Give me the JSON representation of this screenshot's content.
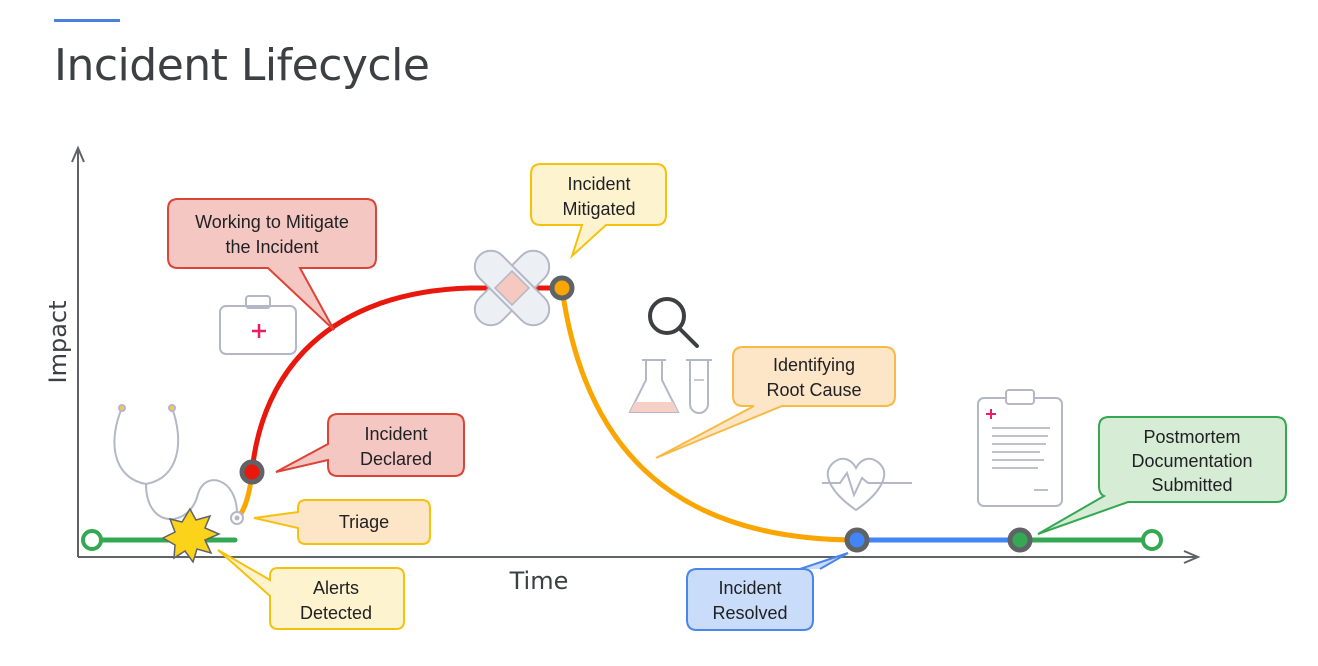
{
  "title": "Incident Lifecycle",
  "axes": {
    "y_label": "Impact",
    "x_label": "Time"
  },
  "stages": {
    "working": [
      "Working to Mitigate",
      "the Incident"
    ],
    "mitigated": [
      "Incident",
      "Mitigated"
    ],
    "declared": [
      "Incident",
      "Declared"
    ],
    "triage": "Triage",
    "alerts": [
      "Alerts",
      "Detected"
    ],
    "root_cause": [
      "Identifying",
      "Root Cause"
    ],
    "resolved": [
      "Incident",
      "Resolved"
    ],
    "postmortem": [
      "Postmortem",
      "Documentation",
      "Submitted"
    ]
  },
  "icons": [
    "first-aid-kit-icon",
    "bandage-icon",
    "magnifier-icon",
    "lab-flask-icon",
    "test-tube-icon",
    "stethoscope-icon",
    "alert-burst-icon",
    "heartbeat-icon",
    "clipboard-icon"
  ],
  "colors": {
    "red": "#e8180c",
    "orange": "#f9a602",
    "blue": "#4285f4",
    "green": "#34a853",
    "red_fill": "#f4c7c3",
    "red_stroke": "#db4437",
    "yellow_fill": "#fef3cf",
    "yellow_stroke": "#f4c20d",
    "orange_fill": "#fde5c8",
    "orange_stroke": "#f7ba45",
    "blue_fill": "#c9dcfa",
    "blue_stroke": "#4a86e8",
    "green_fill": "#d7ecd4",
    "green_stroke": "#34a853"
  }
}
